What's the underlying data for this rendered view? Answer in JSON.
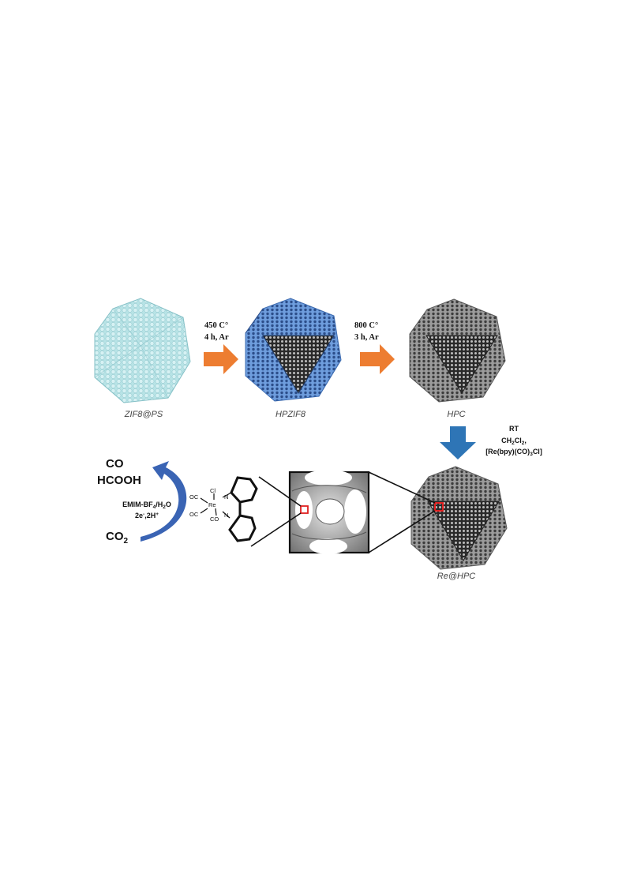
{
  "colors": {
    "zif8ps": "#b7e3e6",
    "hpzif8": "#5b8fd6",
    "hpc": "#8a8a8a",
    "orange_arrow": "#ed7d31",
    "blue_arrow": "#2e75b6",
    "curved_arrow": "#3a64b4",
    "highlight": "#e02020"
  },
  "materials": {
    "zif8ps": "ZIF8@PS",
    "hpzif8": "HPZIF8",
    "hpc": "HPC",
    "rehpc": "Re@HPC"
  },
  "step1": {
    "line1": "450 C°",
    "line2": "4 h, Ar"
  },
  "step2": {
    "line1": "800 C°",
    "line2": "3 h, Ar"
  },
  "step3": {
    "line1": "RT",
    "line2_main": "CH",
    "line2_sub1": "2",
    "line2_mid": "Cl",
    "line2_sub2": "2",
    "line2_tail": ",",
    "line3_a": "[Re(bpy)(CO)",
    "line3_sub": "3",
    "line3_b": "Cl]"
  },
  "reaction": {
    "product1": "CO",
    "product2": "HCOOH",
    "reactant_main": "CO",
    "reactant_sub": "2",
    "electrolyte_a": "EMIM-BF",
    "electrolyte_sub1": "4",
    "electrolyte_b": "/H",
    "electrolyte_sub2": "2",
    "electrolyte_c": "O",
    "electrons": "2e",
    "electrons_sup": "-",
    "protons": ",2H",
    "protons_sup": "+"
  },
  "complex": {
    "cl": "Cl",
    "re": "Re",
    "oc1": "OC",
    "oc2": "OC",
    "co": "CO",
    "n1": "N",
    "n2": "N"
  }
}
